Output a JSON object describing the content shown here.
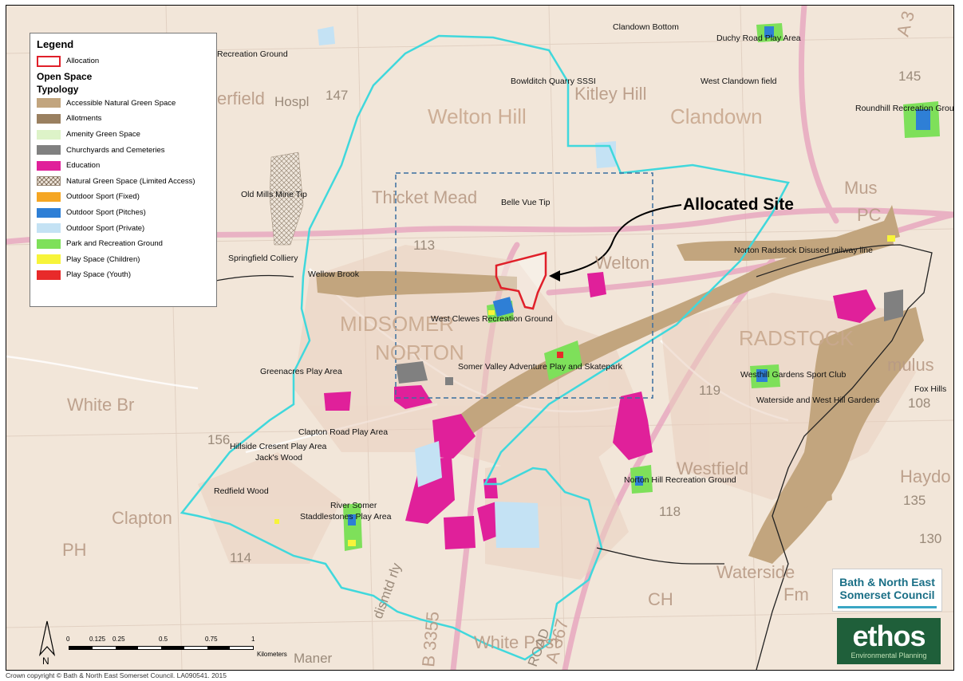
{
  "legend": {
    "title": "Legend",
    "allocation_label": "Allocation",
    "open_space_title": "Open Space",
    "typology_title": "Typology",
    "items": [
      {
        "label": "Accessible Natural Green Space",
        "color": "#c2a57e"
      },
      {
        "label": "Allotments",
        "color": "#9a8060"
      },
      {
        "label": "Amenity Green Space",
        "color": "#ddf3c8"
      },
      {
        "label": "Churchyards and Cemeteries",
        "color": "#808080"
      },
      {
        "label": "Education",
        "color": "#e0209a"
      },
      {
        "label": "Natural Green Space (Limited Access)",
        "color": "hatch"
      },
      {
        "label": "Outdoor Sport (Fixed)",
        "color": "#f5a623"
      },
      {
        "label": "Outdoor Sport (Pitches)",
        "color": "#2e7fd6"
      },
      {
        "label": "Outdoor Sport (Private)",
        "color": "#c4e2f4"
      },
      {
        "label": "Park and Recreation Ground",
        "color": "#7ee05a"
      },
      {
        "label": "Play Space (Children)",
        "color": "#f7f43a"
      },
      {
        "label": "Play Space (Youth)",
        "color": "#e82a2a"
      }
    ]
  },
  "colors": {
    "allocation": "#e0202a",
    "boundary": "#40d8dc",
    "dashed_box": "#3a6fa0",
    "background": "#f2e6d9"
  },
  "map": {
    "allocated_site_label": "Allocated Site",
    "place_labels": {
      "clandown_bottom": "Clandown Bottom",
      "duchy_road": "Duchy Road Play Area",
      "recreation_ground": "Recreation Ground",
      "bowlditch": "Bowlditch Quarry SSSI",
      "west_clandown": "West Clandown field",
      "roundhill": "Roundhill Recreation Ground",
      "old_mills": "Old Mills Mine Tip",
      "belle_vue": "Belle Vue Tip",
      "norton_radstock": "Norton Radstock Disused railway line",
      "springfield": "Springfield Colliery",
      "wellow": "Wellow Brook",
      "west_clewes": "West Clewes Recreation Ground",
      "somer_valley": "Somer Valley Adventure Play and Skatepark",
      "greenacres": "Greenacres Play Area",
      "westhill": "Westhill Gardens Sport Club",
      "fox_hills": "Fox Hills",
      "waterside_gardens": "Waterside and West Hill Gardens",
      "clapton_road": "Clapton Road Play Area",
      "hillside": "Hillside Cresent Play Area",
      "jacks_wood": "Jack's Wood",
      "redfield": "Redfield Wood",
      "norton_hill": "Norton Hill Recreation Ground",
      "river_somer": "River Somer",
      "staddlestones": "Staddlestones Play Area"
    },
    "base_labels": {
      "welton_hill": "Welton Hill",
      "clandown": "Clandown",
      "kitley_hill": "Kitley Hill",
      "midsomer": "MIDSOMER",
      "norton": "NORTON",
      "radstock": "RADSTOCK",
      "white_br": "White Br",
      "clapton": "Clapton",
      "haydon": "Haydo",
      "white_post": "White Post",
      "waterside": "Waterside",
      "westfield": "Westfield",
      "welton": "Welton",
      "thicket_mead": "Thicket Mead",
      "erfield": "erfield",
      "hospl": "Hospl",
      "mus": "Mus",
      "pc": "PC",
      "ph": "PH",
      "ch": "CH",
      "fm": "Fm",
      "dismtd": "dismtd rly",
      "road_b3355": "B 3355",
      "road_a367": "A 367",
      "road_a3": "A 3",
      "road_word": "ROAD",
      "mulus": "mulus",
      "maner": "Maner",
      "n145": "145",
      "n147": "147",
      "n113": "113",
      "n119": "119",
      "n108": "108",
      "n156": "156",
      "n118": "118",
      "n135": "135",
      "n114": "114",
      "n130": "130"
    }
  },
  "scale_bar": {
    "ticks": [
      "0",
      "0.125",
      "0.25",
      "0.5",
      "0.75",
      "1"
    ],
    "units": "Kilometers"
  },
  "north_label": "N",
  "logos": {
    "council_line1": "Bath & North East",
    "council_line2": "Somerset Council",
    "ethos_word": "ethos",
    "ethos_sub": "Environmental Planning"
  },
  "copyright": "Crown copyright © Bath & North East Somerset Council. LA090541. 2015"
}
